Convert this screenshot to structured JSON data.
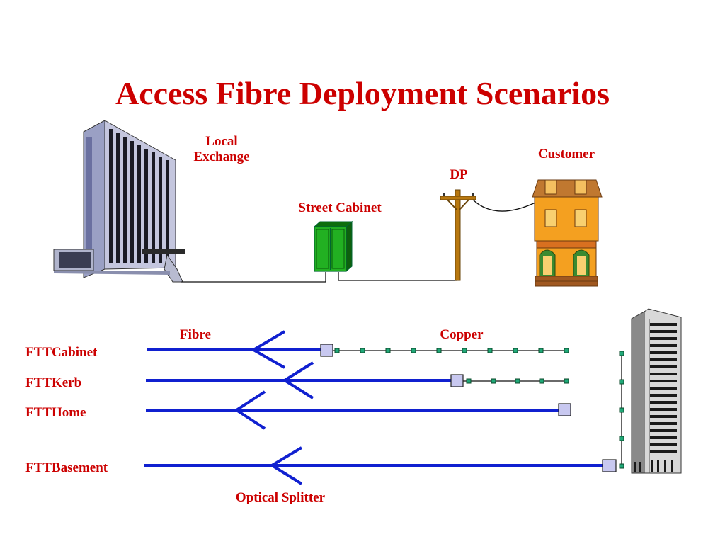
{
  "title": "Access Fibre Deployment Scenarios",
  "labels": {
    "local_exchange_line1": "Local",
    "local_exchange_line2": "Exchange",
    "street_cabinet": "Street Cabinet",
    "dp": "DP",
    "customer": "Customer",
    "fibre": "Fibre",
    "copper": "Copper",
    "optical_splitter": "Optical Splitter"
  },
  "scenarios": [
    "FTTCabinet",
    "FTTKerb",
    "FTTHome",
    "FTTBasement"
  ],
  "colors": {
    "title": "#cc0000",
    "fibre": "#1020d0",
    "copper_node": "#20a878",
    "terminal": "#c8c8f0",
    "cabinet": "#1a9a1a",
    "pole": "#b87810",
    "house": "#f4a020"
  }
}
